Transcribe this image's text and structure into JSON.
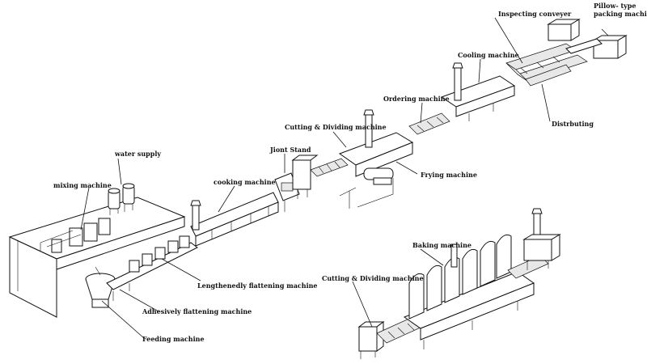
{
  "labels": {
    "water_supply": "water supply",
    "mixing_machine": "mixing machine",
    "cooking_machine": "cooking machine",
    "joint_stand": "Jiont Stand",
    "cutting_dividing_top": "Cutting & Dividing machine",
    "ordering_machine": "Ordering machine",
    "cooling_machine": "Cooling machine",
    "inspecting_conveyer": "Inspecting conveyer",
    "pillow_type_1": "Pillow- type",
    "pillow_type_2": "packing machine",
    "distributing": "Distrbuting",
    "frying_machine": "Frying machine",
    "lengthenedly_flattening": "Lengthenedly flattening machine",
    "adhesively_flattening": "Adhesively flattening machine",
    "feeding_machine": "Feeding machine",
    "baking_machine": "Baking machine",
    "cutting_dividing_bottom": "Cutting & Dividing machine"
  }
}
